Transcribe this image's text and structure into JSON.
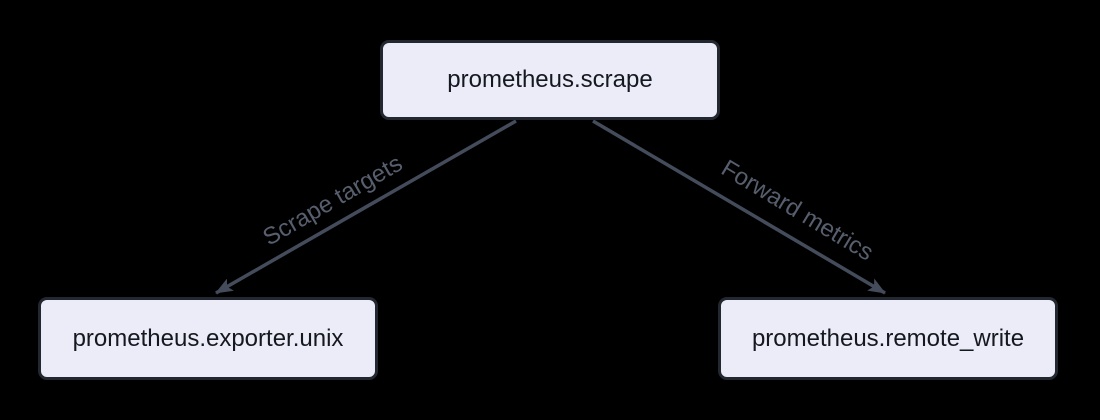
{
  "diagram": {
    "type": "flowchart",
    "direction": "top-down",
    "nodes": [
      {
        "id": "scrape",
        "label": "prometheus.scrape"
      },
      {
        "id": "exporter",
        "label": "prometheus.exporter.unix"
      },
      {
        "id": "remote_write",
        "label": "prometheus.remote_write"
      }
    ],
    "edges": [
      {
        "from": "scrape",
        "to": "exporter",
        "label": "Scrape targets"
      },
      {
        "from": "scrape",
        "to": "remote_write",
        "label": "Forward metrics"
      }
    ],
    "colors": {
      "background": "#000000",
      "node_fill": "#ECECF9",
      "node_border": "#23272F",
      "node_text": "#15181E",
      "edge_line": "#444C5B",
      "edge_label": "#575F6E"
    }
  }
}
